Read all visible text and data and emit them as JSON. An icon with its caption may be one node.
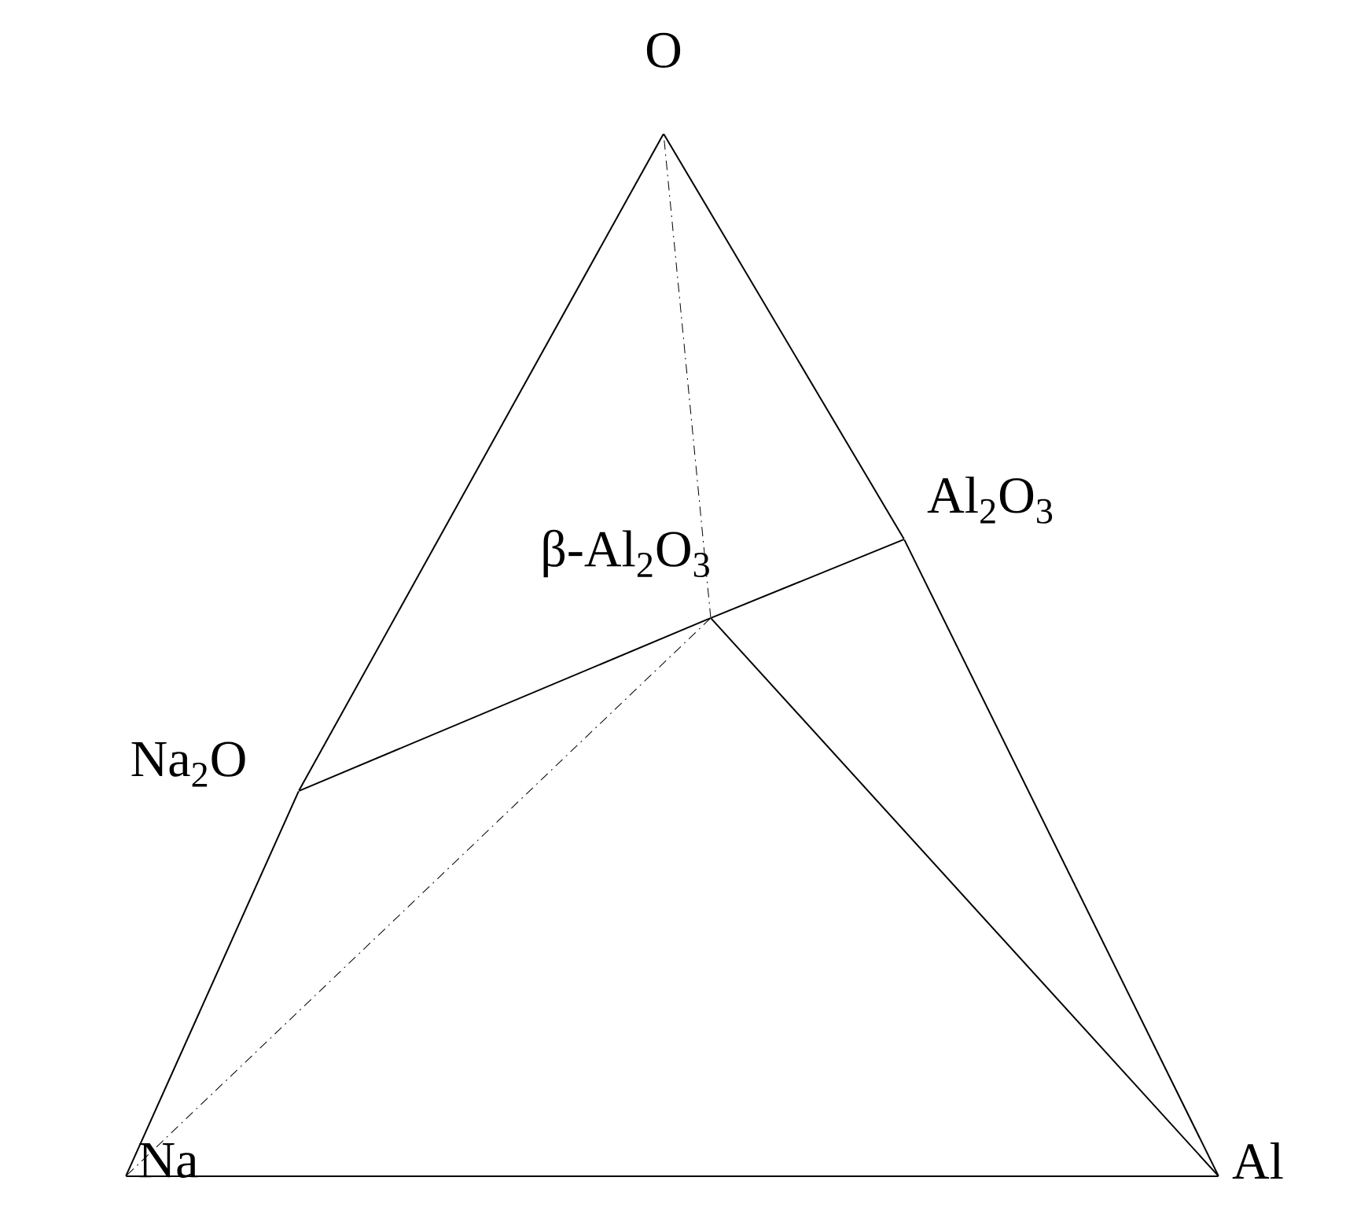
{
  "diagram": {
    "nodes": [
      {
        "text": [
          "O"
        ]
      },
      {
        "text": [
          "Na"
        ]
      },
      {
        "text": [
          "Al"
        ]
      },
      {
        "text": [
          "Na$_{2}$O"
        ]
      },
      {
        "text": [
          "Al$_{2}$O$_{3}$"
        ]
      },
      {
        "text": [
          "β-Al$_{2}$O$_{3}$"
        ]
      }
    ],
    "edges": [
      {
        "from": 0,
        "to": 3,
        "arrow": "none"
      },
      {
        "from": 3,
        "to": 1,
        "arrow": "none"
      },
      {
        "from": 1,
        "to": 2,
        "arrow": "none"
      },
      {
        "from": 2,
        "to": 4,
        "arrow": "none"
      },
      {
        "from": 4,
        "to": 0,
        "arrow": "none"
      },
      {
        "from": 3,
        "to": 5,
        "arrow": "none"
      },
      {
        "from": 5,
        "to": 4,
        "arrow": "none"
      },
      {
        "from": 5,
        "to": 2,
        "arrow": "none"
      },
      {
        "from": 5,
        "to": 1,
        "arrow": "none",
        "style": "dashed"
      },
      {
        "from": 5,
        "to": 0,
        "arrow": "none",
        "style": "dashed"
      }
    ]
  }
}
